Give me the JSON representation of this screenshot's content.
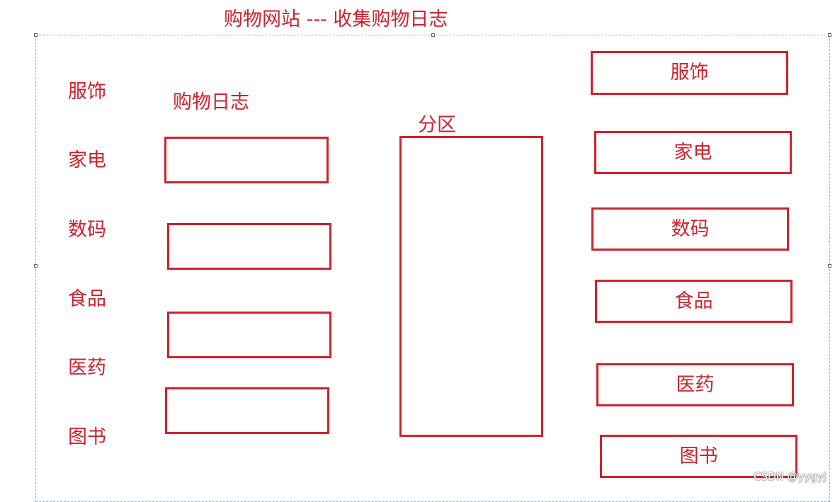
{
  "title": "购物网站 --- 收集购物日志",
  "categories": [
    "服饰",
    "家电",
    "数码",
    "食品",
    "医药",
    "图书"
  ],
  "log_label": "购物日志",
  "partition_label": "分区",
  "outputs": [
    "服饰",
    "家电",
    "数码",
    "食品",
    "医药",
    "图书"
  ],
  "watermark": "CSDN @yygyj",
  "colors": {
    "text": "#d0212f",
    "box_border": "#d0212f",
    "frame": "#8fb3c9"
  }
}
